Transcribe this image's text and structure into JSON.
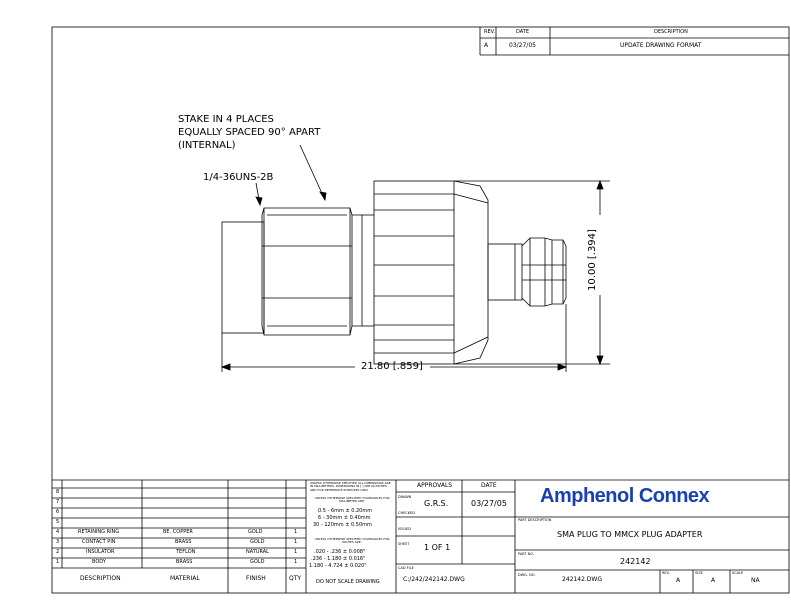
{
  "revision_block": {
    "headers": {
      "rev": "REV.",
      "date": "DATE",
      "description": "DESCRIPTION"
    },
    "row": {
      "rev": "A",
      "date": "03/27/05",
      "description": "UPDATE DRAWING FORMAT"
    }
  },
  "notes": {
    "stake_line1": "STAKE IN 4 PLACES",
    "stake_line2": "EQUALLY SPACED 90° APART",
    "stake_line3": "(INTERNAL)",
    "thread": "1/4-36UNS-2B"
  },
  "dimensions": {
    "length": "21.80 [.859]",
    "height": "10.00 [.394]"
  },
  "bom": {
    "rows": [
      {
        "item": "4",
        "description": "RETAINING RING",
        "material": "BE. COPPER",
        "finish": "GOLD",
        "qty": "1"
      },
      {
        "item": "3",
        "description": "CONTACT PIN",
        "material": "BRASS",
        "finish": "GOLD",
        "qty": "1"
      },
      {
        "item": "2",
        "description": "INSULATOR",
        "material": "TEFLON",
        "finish": "NATURAL",
        "qty": "1"
      },
      {
        "item": "1",
        "description": "BODY",
        "material": "BRASS",
        "finish": "GOLD",
        "qty": "1"
      }
    ],
    "empty_items": [
      "8",
      "7",
      "6",
      "5"
    ],
    "footer": {
      "description": "DESCRIPTION",
      "material": "MATERIAL",
      "finish": "FINISH",
      "qty": "QTY"
    }
  },
  "tolerances": {
    "header1": "UNLESS OTHERWISE SPECIFIED ALL DIMENSIONS ARE IN MILLIMETERS. DIMENSIONS IN [ ] ARE IN INCHES AND FOR REFERENCE PURPOSES ONLY.",
    "header2": "UNLESS OTHERWISE SPECIFIED TOLERANCES FOR MILLIMETER ARE:",
    "mm1": "0.5 - 6mm ± 0.20mm",
    "mm2": "6 - 30mm ± 0.40mm",
    "mm3": "30 - 120mm ± 0.50mm",
    "header3": "UNLESS OTHERWISE SPECIFIED TOLERANCES FOR INCHES ARE:",
    "in1": ".020 - .236 ± 0.008\"",
    "in2": ".236 - 1.180 ± 0.016\"",
    "in3": "1.180 - 4.724 ± 0.020\"",
    "note": "DO NOT SCALE DRAWING"
  },
  "title_block": {
    "approvals_label": "APPROVALS",
    "date_label": "DATE",
    "drawn_label": "DRAWN",
    "drawn_by": "G.R.S.",
    "drawn_date": "03/27/05",
    "checked_label": "CHECKED",
    "issued_label": "ISSUED",
    "sheet_label": "SHEET",
    "sheet_value": "1 OF 1",
    "cad_file_label": "CAD FILE",
    "cad_file_value": "C:/242/242142.DWG",
    "company": "Amphenol Connex",
    "part_desc_label": "PART DESCRIPTION",
    "part_desc": "SMA PLUG TO MMCX PLUG ADAPTER",
    "part_no_label": "PART NO.",
    "part_no": "242142",
    "dwg_no_label": "DWG. NO.",
    "dwg_no": "242142.DWG",
    "rev_label": "REV.",
    "rev_value": "A",
    "size_label": "SIZE",
    "size_value": "A",
    "scale_label": "SCALE",
    "scale_value": "NA"
  },
  "colors": {
    "brand": "#1a3fb0",
    "line": "#000000"
  }
}
